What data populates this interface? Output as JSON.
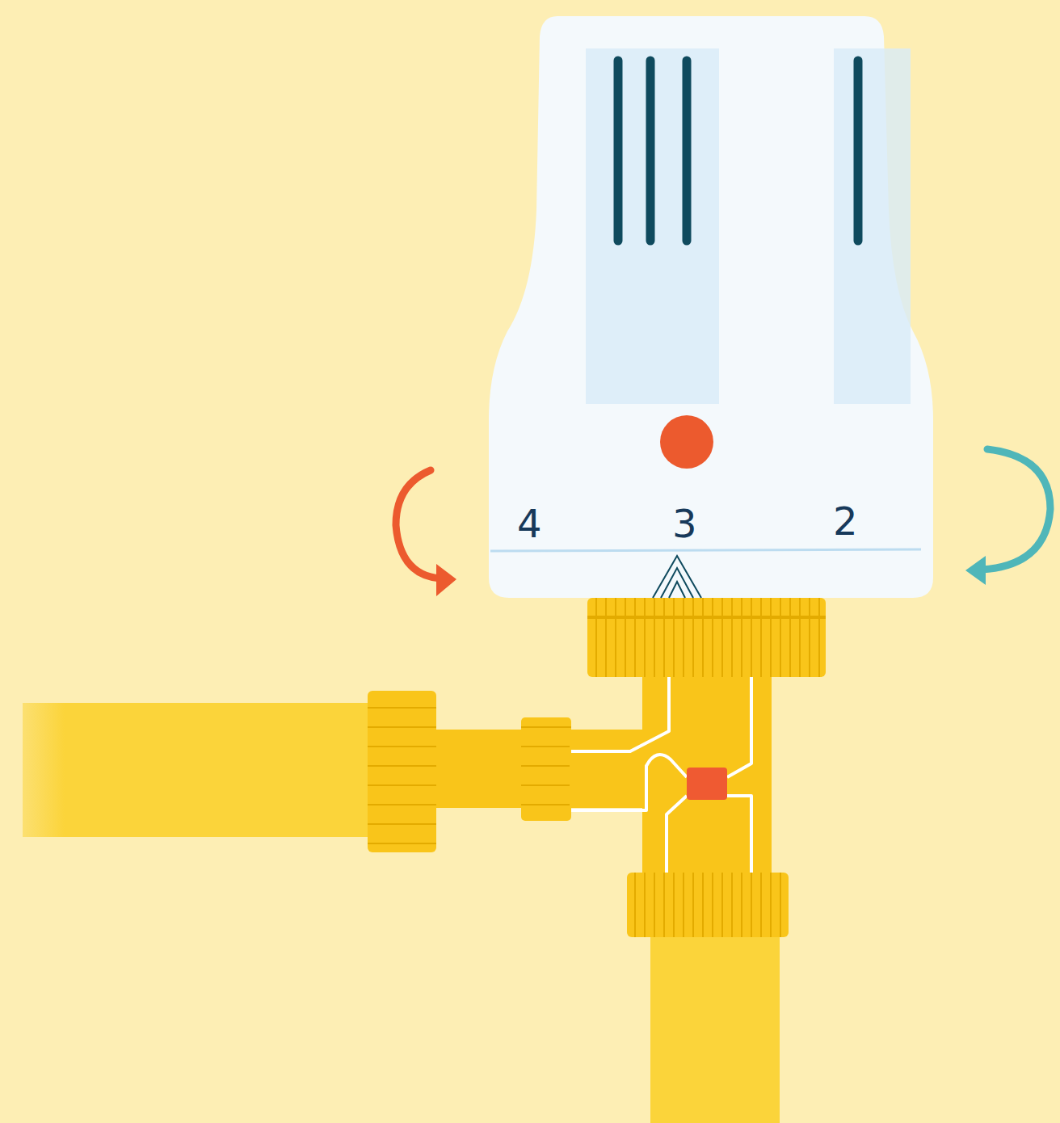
{
  "diagram": {
    "labels": [
      "4",
      "3",
      "2"
    ]
  }
}
